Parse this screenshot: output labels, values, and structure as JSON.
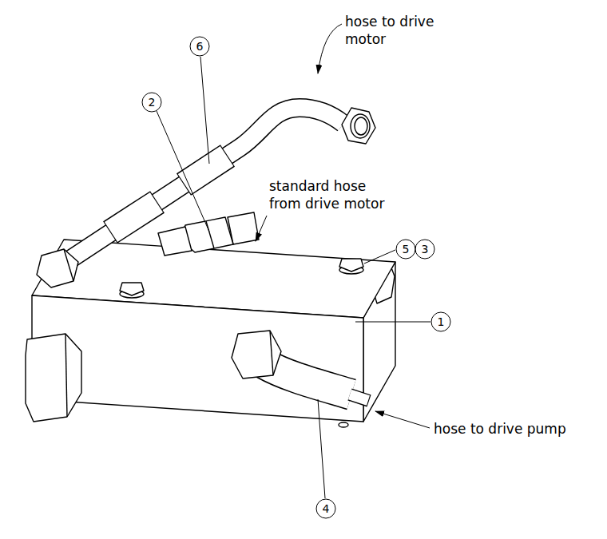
{
  "diagram": {
    "labels": [
      "hose to drive motor",
      "6",
      "2",
      "standard hose from drive motor",
      "5",
      "3",
      "1",
      "hose to drive pump",
      "4"
    ]
  }
}
